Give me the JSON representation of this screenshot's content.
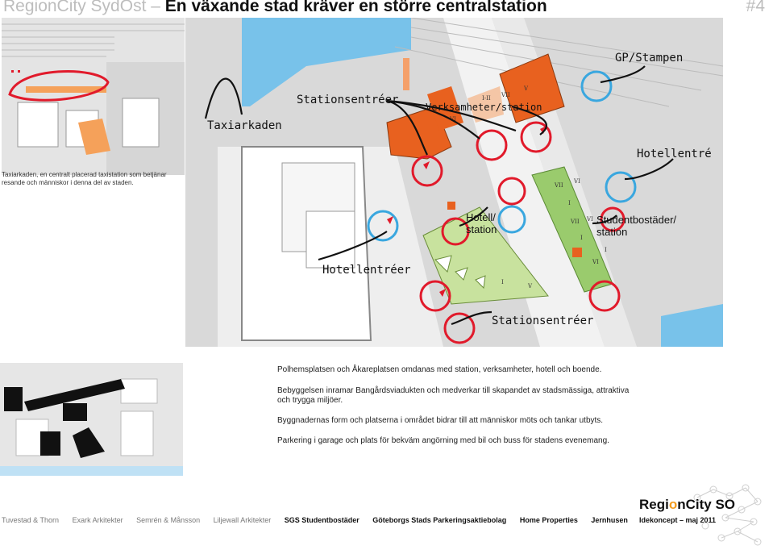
{
  "header": {
    "brand": "RegionCity SydOst",
    "dash": "–",
    "title": "En växande stad kräver en större centralstation",
    "page_number": "#4"
  },
  "map_labels": {
    "taxiarkaden": "Taxiarkaden",
    "stationsentreer_top": "Stationsentréer",
    "verksamheter": "Verksamheter/station",
    "gp_stampen": "GP/Stampen",
    "hotellentre": "Hotellentré",
    "hotell_station_1": "Hotell/",
    "hotell_station_2": "station",
    "student_1": "Studentbostäder/",
    "student_2": "station",
    "hotellentreer": "Hotellentréer",
    "stationsentreer_bottom": "Stationsentréer",
    "floor_marks": [
      "I-II",
      "VII",
      "V",
      "VI",
      "VII",
      "VI",
      "VII",
      "VI",
      "I",
      "I",
      "V",
      "I",
      "VI",
      "I"
    ]
  },
  "left_caption": "Taxiarkaden, en centralt placerad taxistation som betjänar resande och människor i denna del av staden.",
  "body_text": [
    "Polhemsplatsen och Åkareplatsen omdanas med station, verksamheter, hotell och boende.",
    "Bebyggelsen inramar Bangårdsviadukten och medverkar till skapandet av stadsmässiga, attraktiva och trygga miljöer.",
    "Byggnadernas form och platserna i området bidrar till att människor möts och tankar utbyts.",
    "Parkering i garage och plats för bekväm angörning med bil och buss för stadens evenemang."
  ],
  "footer": {
    "partners_light": [
      "Tuvestad & Thorn",
      "Exark Arkitekter",
      "Semrén & Månsson",
      "Liljewall Arkitekter"
    ],
    "partners_bold": [
      "SGS Studentbostäder",
      "Göteborgs Stads Parkeringsaktiebolag",
      "Home Properties",
      "Jernhusen"
    ]
  },
  "logo": {
    "part1": "Regi",
    "o": "o",
    "part2": "nCity SO",
    "subtitle": "Idekoncept – maj 2011"
  },
  "colors": {
    "orange_building": "#e8611f",
    "green_building": "#9acb6d",
    "water": "#78c2ea",
    "red_circle": "#e11a2b",
    "blue_circle": "#3aa7df",
    "logo_accent": "#f39c1f"
  }
}
